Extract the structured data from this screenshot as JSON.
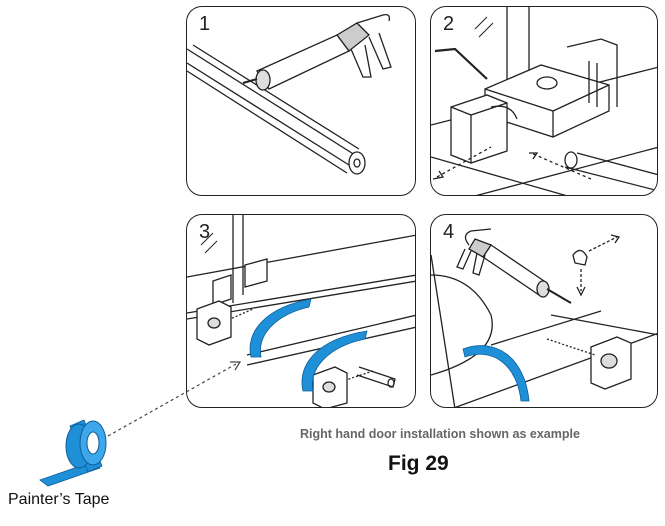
{
  "steps": [
    {
      "number": "1"
    },
    {
      "number": "2"
    },
    {
      "number": "3"
    },
    {
      "number": "4"
    }
  ],
  "caption": "Right hand door installation shown as example",
  "figure_label": "Fig 29",
  "tape_label": "Painter’s Tape",
  "colors": {
    "line": "#222222",
    "tape_blue": "#1f8fd8",
    "caption_gray": "#666666"
  }
}
